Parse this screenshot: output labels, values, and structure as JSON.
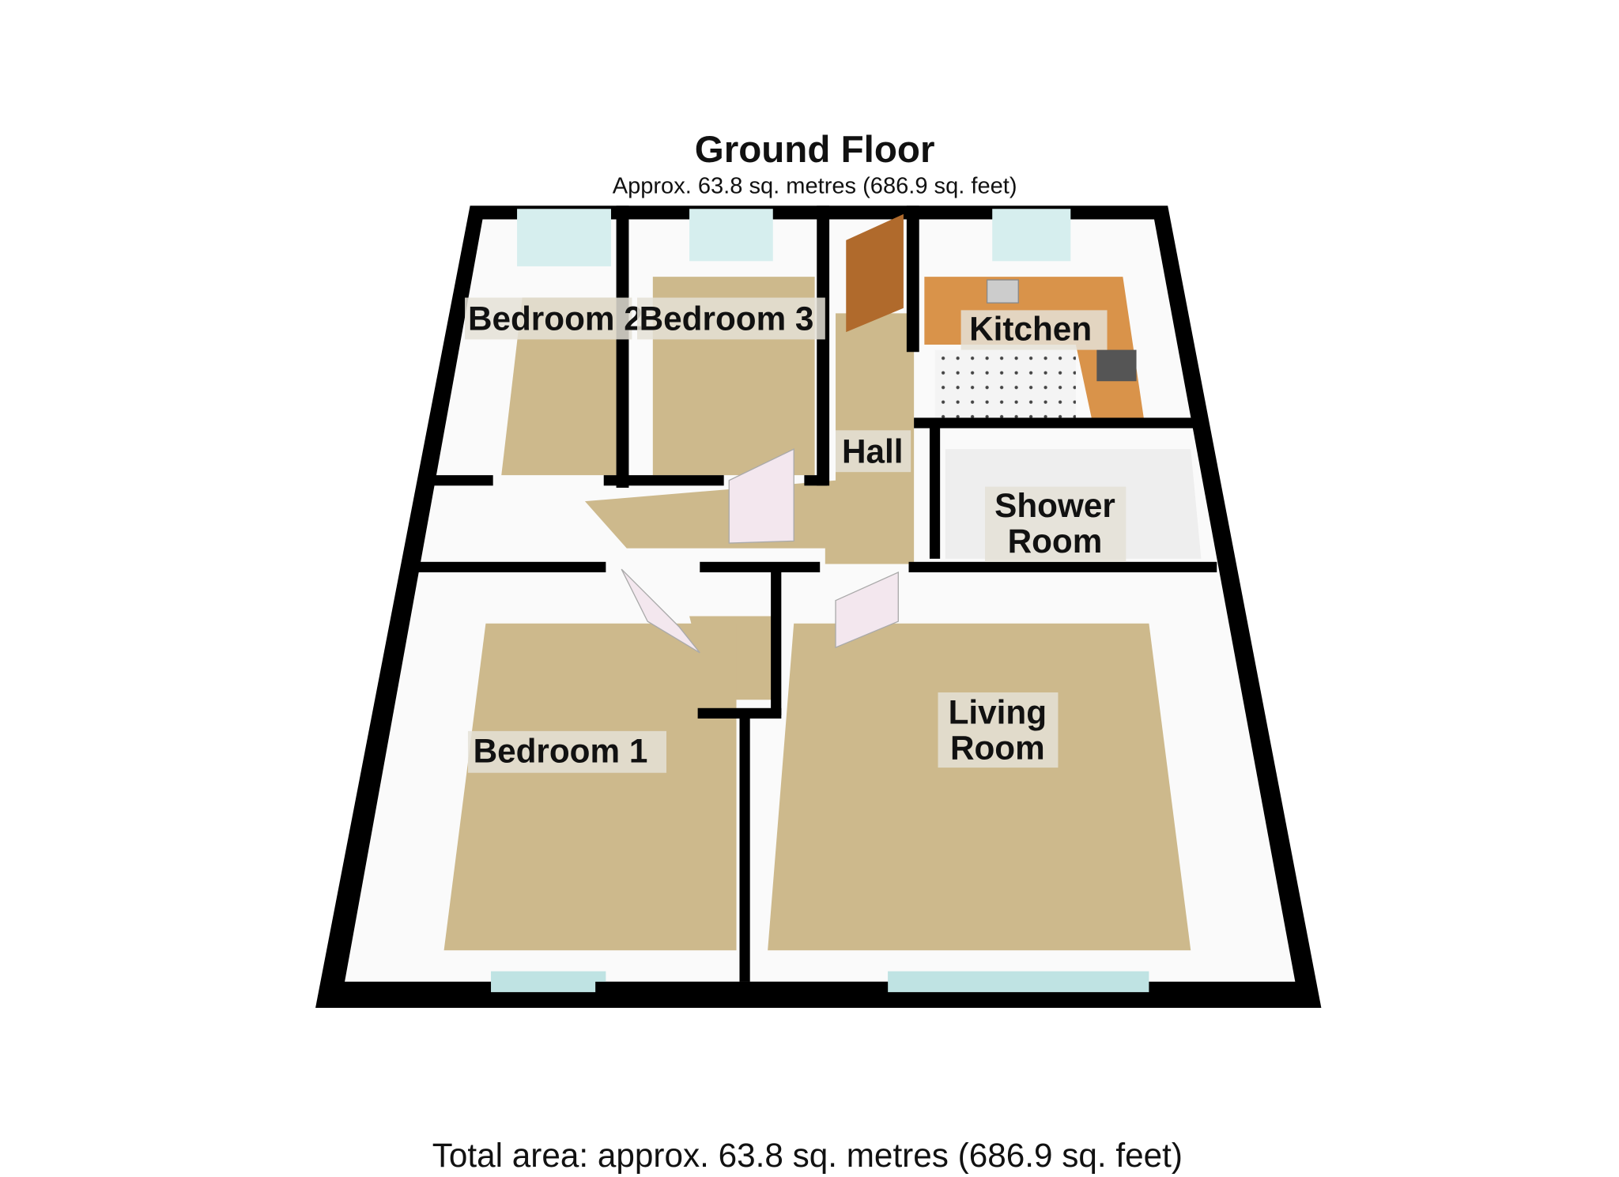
{
  "plan": {
    "title": "Ground Floor",
    "subtitle": "Approx. 63.8 sq. metres (686.9 sq. feet)",
    "total": "Total area: approx. 63.8 sq. metres (686.9 sq. feet)"
  },
  "rooms": {
    "bedroom2": "Bedroom 2",
    "bedroom3": "Bedroom 3",
    "kitchen": "Kitchen",
    "hall": "Hall",
    "shower_line1": "Shower",
    "shower_line2": "Room",
    "bedroom1": "Bedroom 1",
    "living_line1": "Living",
    "living_line2": "Room"
  },
  "colors": {
    "floor": "#cdb98c",
    "kitchen_counter": "#d9934a",
    "wall": "#000000",
    "window": "#bfe3e3"
  }
}
